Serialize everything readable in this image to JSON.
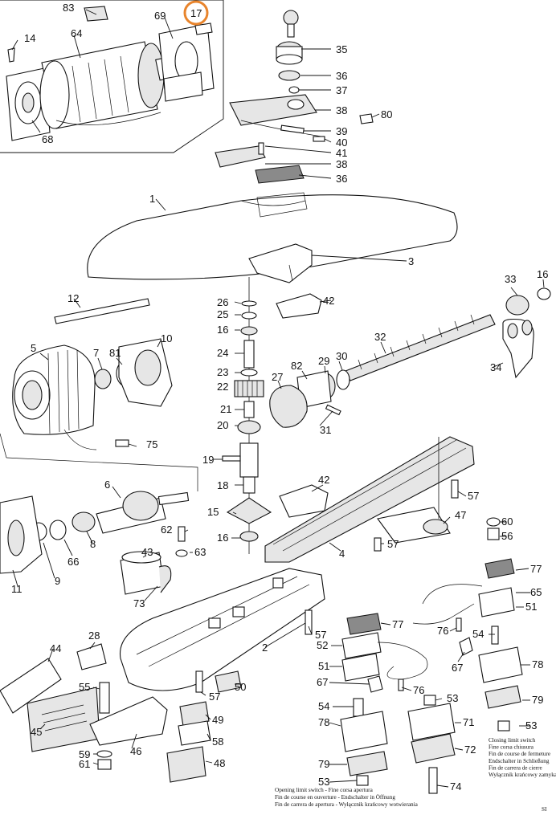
{
  "highlight": {
    "label": "17",
    "color": "#e8842c"
  },
  "callouts": [
    {
      "id": "83",
      "label": "83"
    },
    {
      "id": "69",
      "label": "69"
    },
    {
      "id": "14",
      "label": "14"
    },
    {
      "id": "64",
      "label": "64"
    },
    {
      "id": "68",
      "label": "68"
    },
    {
      "id": "35",
      "label": "35"
    },
    {
      "id": "36a",
      "label": "36"
    },
    {
      "id": "37",
      "label": "37"
    },
    {
      "id": "38a",
      "label": "38"
    },
    {
      "id": "80",
      "label": "80"
    },
    {
      "id": "39",
      "label": "39"
    },
    {
      "id": "40",
      "label": "40"
    },
    {
      "id": "41",
      "label": "41"
    },
    {
      "id": "38b",
      "label": "38"
    },
    {
      "id": "36b",
      "label": "36"
    },
    {
      "id": "1",
      "label": "1"
    },
    {
      "id": "3",
      "label": "3"
    },
    {
      "id": "12",
      "label": "12"
    },
    {
      "id": "26",
      "label": "26"
    },
    {
      "id": "25",
      "label": "25"
    },
    {
      "id": "16a",
      "label": "16"
    },
    {
      "id": "42a",
      "label": "42"
    },
    {
      "id": "33",
      "label": "33"
    },
    {
      "id": "16b",
      "label": "16"
    },
    {
      "id": "10",
      "label": "10"
    },
    {
      "id": "5",
      "label": "5"
    },
    {
      "id": "7",
      "label": "7"
    },
    {
      "id": "81",
      "label": "81"
    },
    {
      "id": "24",
      "label": "24"
    },
    {
      "id": "32",
      "label": "32"
    },
    {
      "id": "30",
      "label": "30"
    },
    {
      "id": "29",
      "label": "29"
    },
    {
      "id": "82",
      "label": "82"
    },
    {
      "id": "34",
      "label": "34"
    },
    {
      "id": "27",
      "label": "27"
    },
    {
      "id": "23",
      "label": "23"
    },
    {
      "id": "22",
      "label": "22"
    },
    {
      "id": "21",
      "label": "21"
    },
    {
      "id": "31",
      "label": "31"
    },
    {
      "id": "20",
      "label": "20"
    },
    {
      "id": "75",
      "label": "75"
    },
    {
      "id": "19",
      "label": "19"
    },
    {
      "id": "18",
      "label": "18"
    },
    {
      "id": "6",
      "label": "6"
    },
    {
      "id": "42b",
      "label": "42"
    },
    {
      "id": "57a",
      "label": "57"
    },
    {
      "id": "15",
      "label": "15"
    },
    {
      "id": "47",
      "label": "47"
    },
    {
      "id": "62",
      "label": "62"
    },
    {
      "id": "60",
      "label": "60"
    },
    {
      "id": "56",
      "label": "56"
    },
    {
      "id": "16c",
      "label": "16"
    },
    {
      "id": "63",
      "label": "63"
    },
    {
      "id": "57b",
      "label": "57"
    },
    {
      "id": "4",
      "label": "4"
    },
    {
      "id": "66",
      "label": "66"
    },
    {
      "id": "8",
      "label": "8"
    },
    {
      "id": "43",
      "label": "43"
    },
    {
      "id": "11",
      "label": "11"
    },
    {
      "id": "9",
      "label": "9"
    },
    {
      "id": "73",
      "label": "73"
    },
    {
      "id": "77a",
      "label": "77"
    },
    {
      "id": "65",
      "label": "65"
    },
    {
      "id": "51a",
      "label": "51"
    },
    {
      "id": "77b",
      "label": "77"
    },
    {
      "id": "76a",
      "label": "76"
    },
    {
      "id": "54a",
      "label": "54"
    },
    {
      "id": "57c",
      "label": "57"
    },
    {
      "id": "52",
      "label": "52"
    },
    {
      "id": "28",
      "label": "28"
    },
    {
      "id": "44",
      "label": "44"
    },
    {
      "id": "2",
      "label": "2"
    },
    {
      "id": "67a",
      "label": "67"
    },
    {
      "id": "78a",
      "label": "78"
    },
    {
      "id": "51b",
      "label": "51"
    },
    {
      "id": "50",
      "label": "50"
    },
    {
      "id": "67b",
      "label": "67"
    },
    {
      "id": "76b",
      "label": "76"
    },
    {
      "id": "55",
      "label": "55"
    },
    {
      "id": "57d",
      "label": "57"
    },
    {
      "id": "53a",
      "label": "53"
    },
    {
      "id": "79a",
      "label": "79"
    },
    {
      "id": "54b",
      "label": "54"
    },
    {
      "id": "49",
      "label": "49"
    },
    {
      "id": "45",
      "label": "45"
    },
    {
      "id": "71",
      "label": "71"
    },
    {
      "id": "53b",
      "label": "53"
    },
    {
      "id": "78b",
      "label": "78"
    },
    {
      "id": "58",
      "label": "58"
    },
    {
      "id": "46",
      "label": "46"
    },
    {
      "id": "72",
      "label": "72"
    },
    {
      "id": "59",
      "label": "59"
    },
    {
      "id": "48",
      "label": "48"
    },
    {
      "id": "61",
      "label": "61"
    },
    {
      "id": "79b",
      "label": "79"
    },
    {
      "id": "53c",
      "label": "53"
    },
    {
      "id": "74",
      "label": "74"
    }
  ],
  "closing_note": [
    "Closing limit switch",
    "Fine corsa chiusura",
    "Fin de course de fermeture",
    "Endschalter in Schließung",
    "Fin de carrera de cierre",
    "Wyłącznik krańcowy zamykania"
  ],
  "opening_note": [
    "Opening limit switch - Fine corsa apertura",
    "Fin de course en ouverture - Endschalter in Öffnung",
    "Fin de carrera de apertura - Wyłącznik krańcowy wotwierania"
  ],
  "corner_mark": "SI"
}
